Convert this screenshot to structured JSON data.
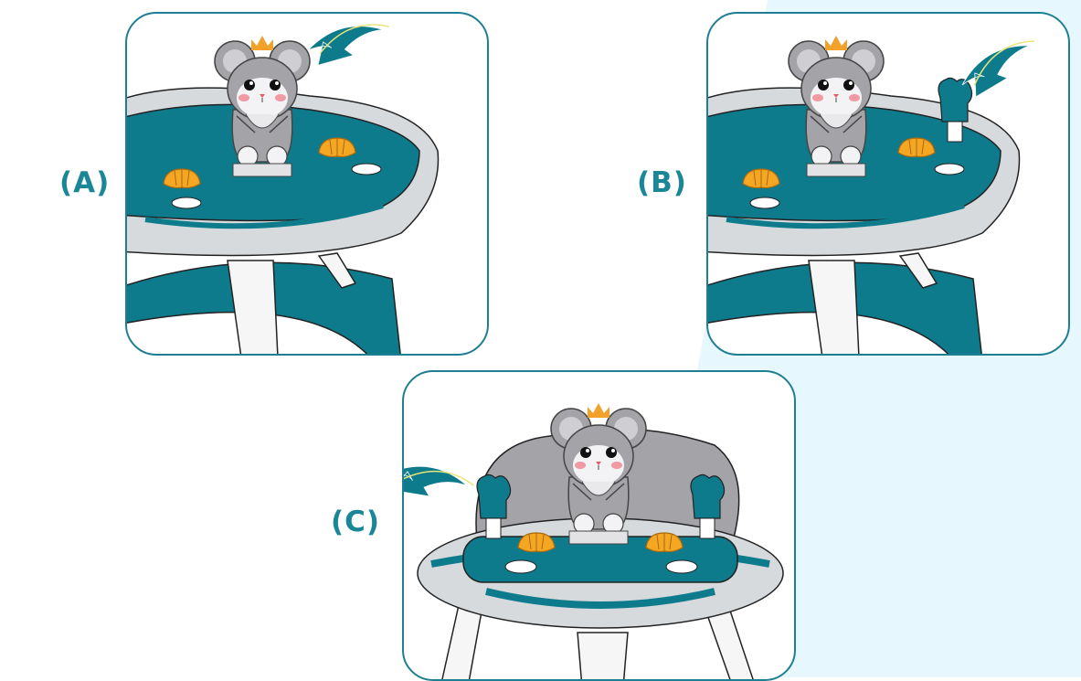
{
  "labels": {
    "a": "(A)",
    "b": "(B)",
    "c": "(C)"
  },
  "colors": {
    "accent": "#1a8798",
    "teal": "#0e7b8c",
    "tray": "#dcdfe1",
    "mouse": "#9a9a9f",
    "crown": "#f2a12b",
    "croissant": "#f5a623",
    "background_tint": "#e4f7fc"
  },
  "icons": [
    "mouse-toy",
    "crown",
    "croissant",
    "curved-arrow",
    "hand-toy"
  ]
}
